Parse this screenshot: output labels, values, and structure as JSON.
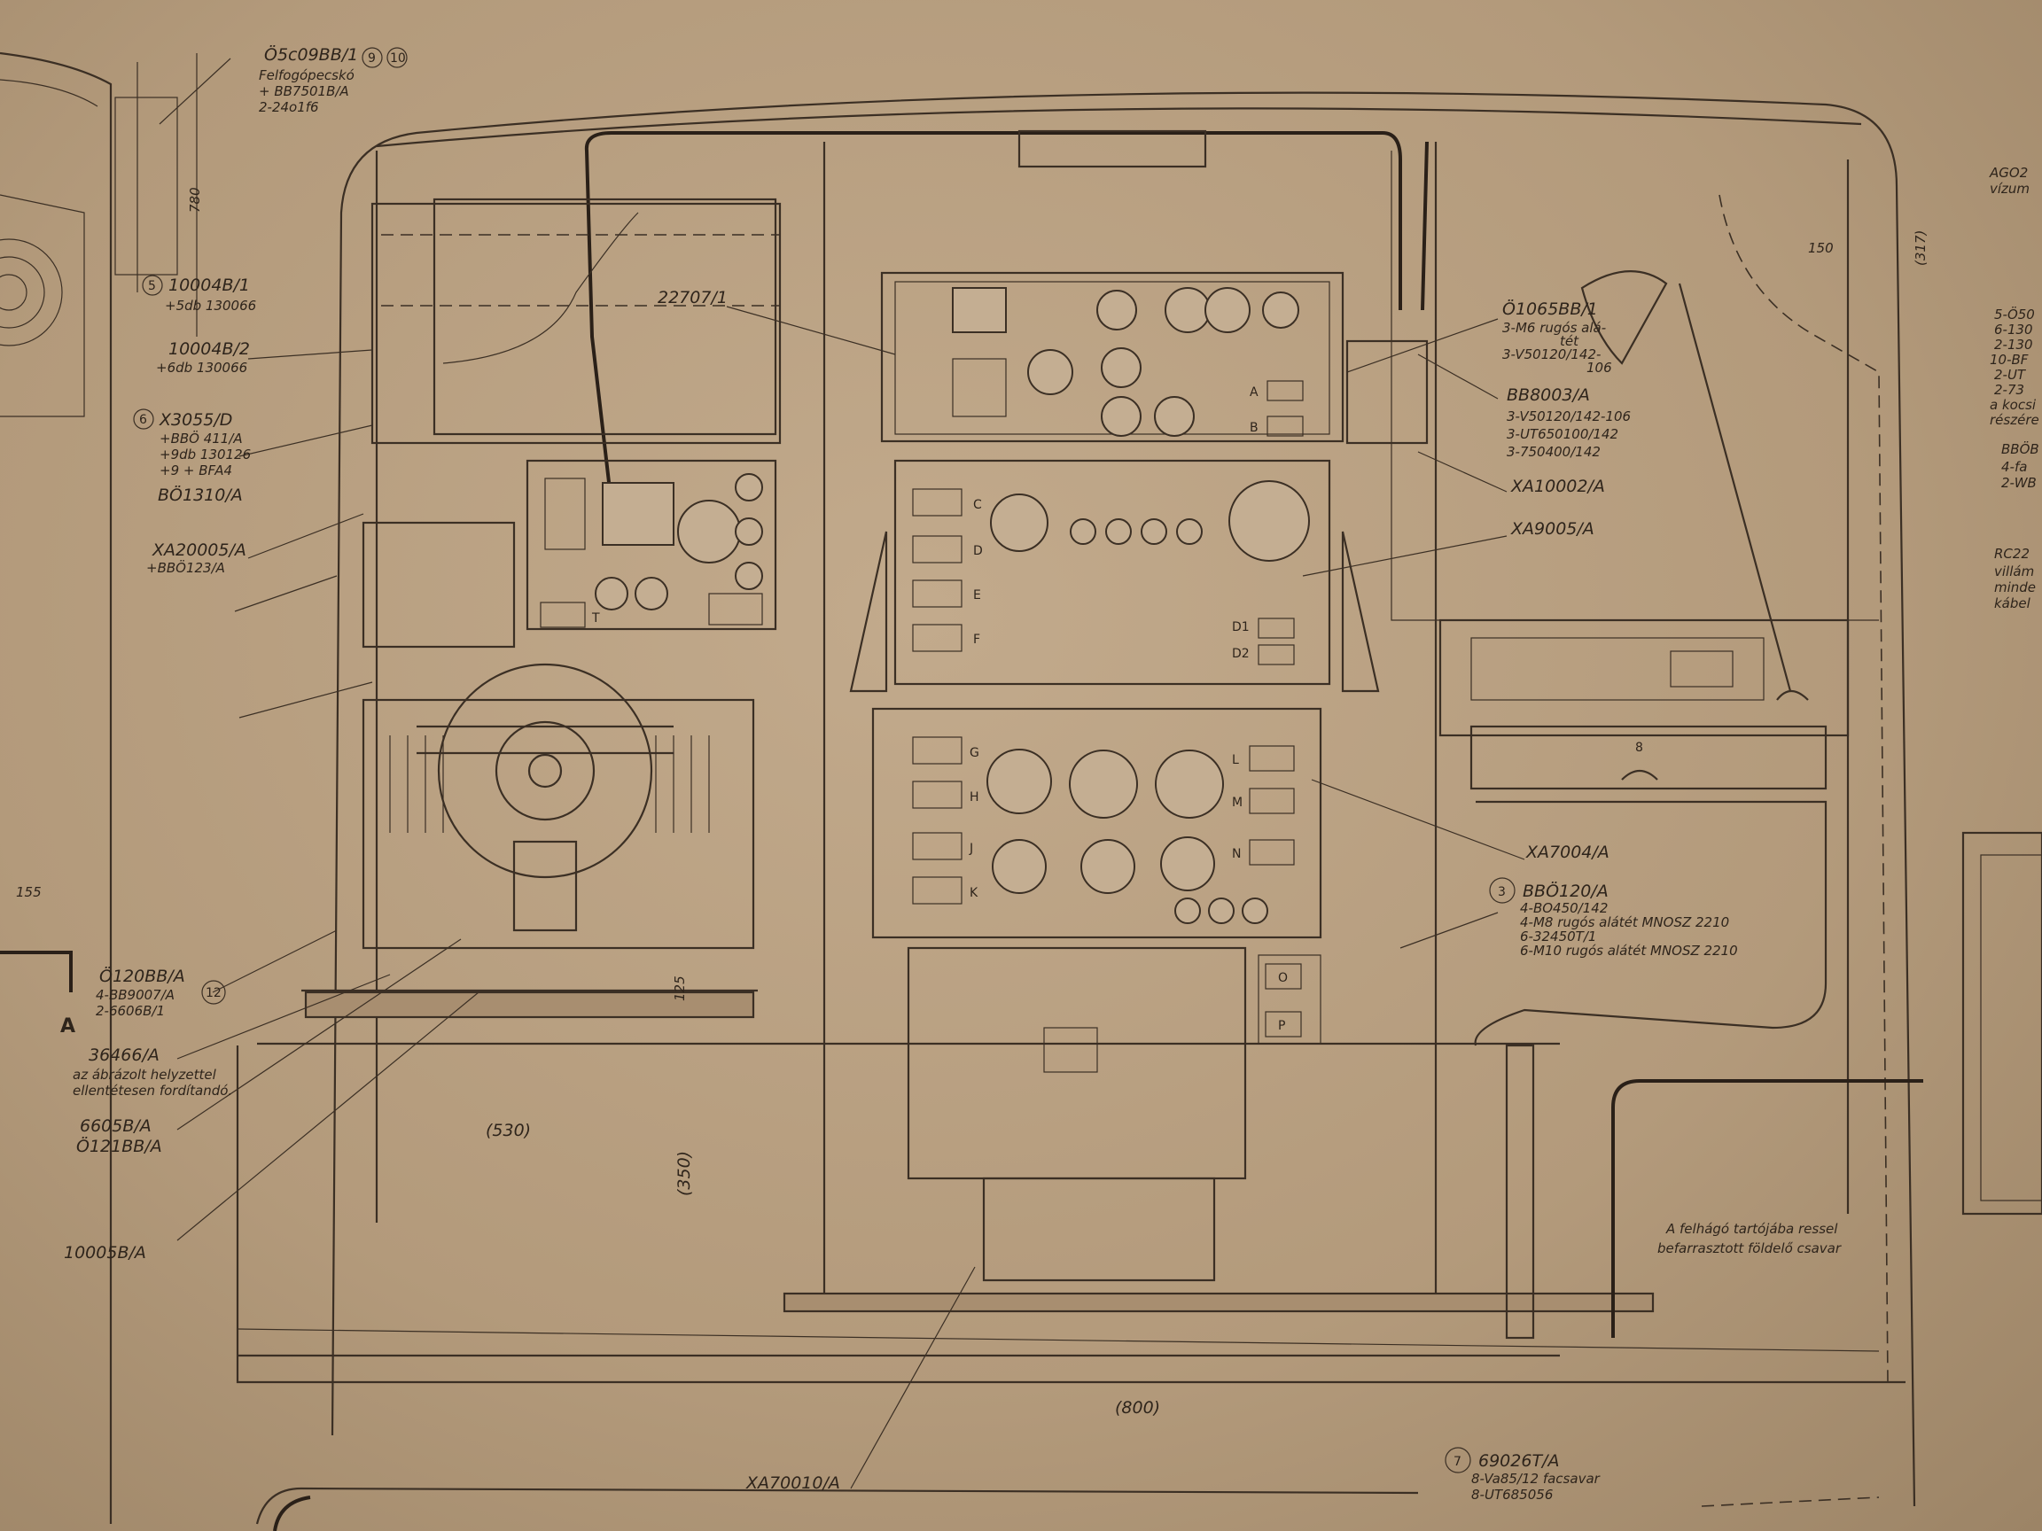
{
  "title": "Technical drawing: radio equipment cabin layout (photographed blueprint)",
  "labels": {
    "top_left": {
      "code": "Ö5c09BB/1",
      "lines": [
        "Felfogópecskó",
        "+ BB7501B/A",
        "2-24o1f6"
      ],
      "circles": [
        "9",
        "10"
      ]
    },
    "l1": {
      "circle": "5",
      "code": "10004B/1",
      "sub": "+5db 130066"
    },
    "l2": {
      "code": "10004B/2",
      "sub": "+6db 130066"
    },
    "l3": {
      "circle": "6",
      "code": "X3055/D",
      "lines": [
        "+BBÖ 411/A",
        "+9db 130126",
        "+9 + BFA4"
      ]
    },
    "l4": {
      "code": "BÖ1310/A"
    },
    "l5": {
      "code": "XA20005/A",
      "sub": "+BBÖ123/A"
    },
    "l6": {
      "circle": "12",
      "code": "Ö120BB/A",
      "lines": [
        "4-BB9007/A",
        "2-6606B/1"
      ]
    },
    "l7": {
      "code": "36466/A",
      "lines": [
        "az ábrázolt helyzettel",
        "ellentétesen fordítandó."
      ]
    },
    "l8": {
      "code": "6605B/A",
      "sub": "Ö121BB/A"
    },
    "l9": {
      "code": "10005B/A"
    },
    "c1": {
      "code": "22707/1"
    },
    "r1": {
      "code": "Ö1065BB/1",
      "lines": [
        "3-M6 rugós alá-",
        "tét",
        "3-V50120/142-",
        "106"
      ]
    },
    "r2": {
      "code": "BB8003/A",
      "lines": [
        "3-V50120/142-106",
        "3-UT650100/142",
        "3-750400/142"
      ]
    },
    "r3": {
      "code": "XA10002/A"
    },
    "r4": {
      "code": "XA9005/A"
    },
    "r5": {
      "code": "XA7004/A"
    },
    "r6": {
      "circle": "3",
      "code": "BBÖ120/A",
      "lines": [
        "4-BO450/142",
        "4-M8 rugós alátét MNOSZ 2210",
        "6-32450T/1",
        "6-M10 rugós alátét MNOSZ 2210"
      ]
    },
    "r7": {
      "lines": [
        "A felhágó tartójába ressel",
        "befarrasztott földelő csavar"
      ]
    },
    "b1": {
      "circle": "7",
      "code": "69026T/A",
      "lines": [
        "8-Va85/12 facsavar",
        "8-UT685056"
      ]
    },
    "b2": {
      "code": "XA70010/A"
    },
    "edge": {
      "e1": [
        "5-Ö50",
        "6-130",
        "2-130",
        "10-BF",
        "2-UT",
        "2-73",
        "a kocsi",
        "részére"
      ],
      "e2": [
        "BBÖB",
        "4-fa",
        "2-WB"
      ],
      "e3": [
        "RC22",
        "villám",
        "minde",
        "kábel"
      ],
      "e4": [
        "AGO2",
        "vízum"
      ]
    },
    "section": "A"
  },
  "dimensions": {
    "d530": "(530)",
    "d350": "(350)",
    "d800": "(800)",
    "d150": "150",
    "d317": "(317)",
    "d780": "780",
    "d125": "125",
    "d155": "155"
  },
  "panel_letters": {
    "upper": [
      "A",
      "B"
    ],
    "mid": [
      "C",
      "D",
      "E",
      "F"
    ],
    "d": [
      "D1",
      "D2"
    ],
    "low_left": [
      "G",
      "H",
      "J",
      "K"
    ],
    "low_right": [
      "L",
      "M",
      "N"
    ],
    "bottom": [
      "O",
      "P"
    ],
    "drawer": "8",
    "radio": "T"
  }
}
